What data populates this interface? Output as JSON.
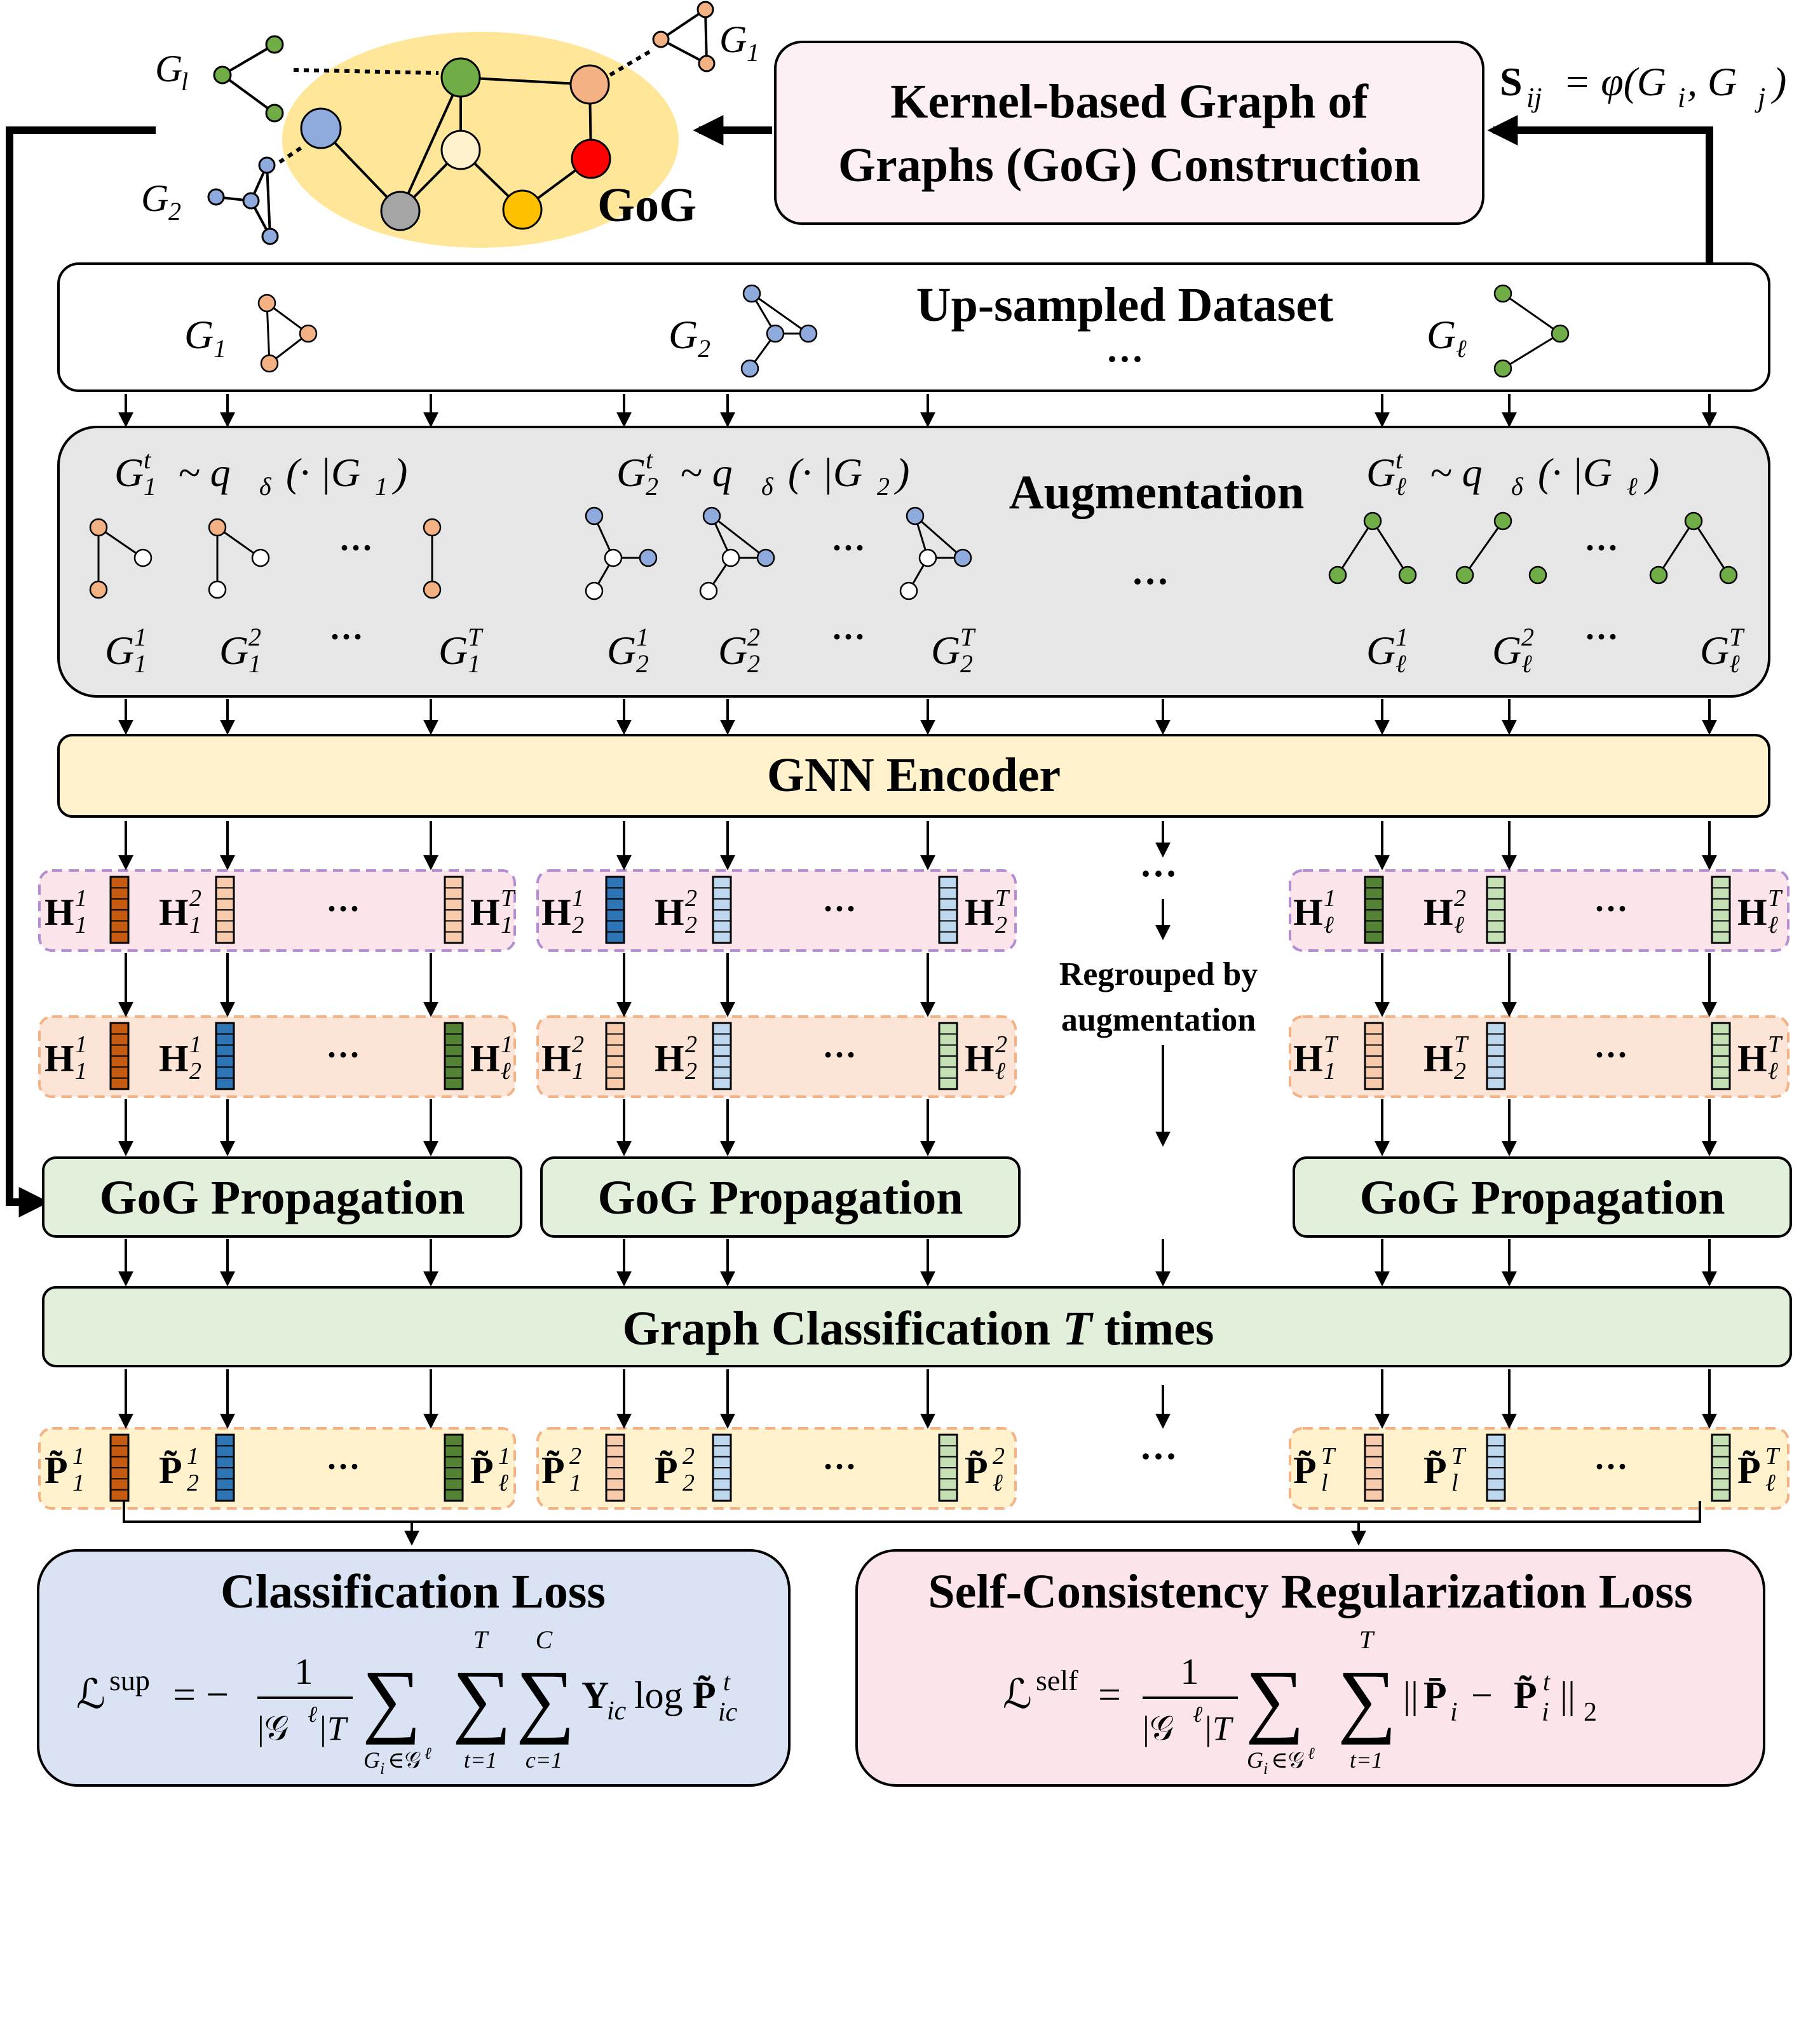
{
  "colors": {
    "orange_node": "#f4b183",
    "blue_node": "#8faadc",
    "green_node": "#70ad47",
    "gog_ellipse": "#ffe699",
    "red_node": "#ff0000",
    "gold_node": "#ffc000",
    "gray_node": "#a5a5a5",
    "kernel_box": "#fdf0f4",
    "aug_box": "#e7e6e6",
    "encoder_box": "#fff2cc",
    "prop_box": "#e2efda",
    "class_loss_box": "#dae3f3",
    "self_loss_box": "#fbe5eb",
    "purple_dash": "#b48cd0",
    "orange_dash": "#f4b183",
    "bar_orange_dark": "#c55a11",
    "bar_blue_dark": "#2e75b6",
    "bar_green_dark": "#548235"
  },
  "icons": [
    "arrow-icon",
    "graph-icon",
    "feature-bar-icon"
  ],
  "gog": {
    "label": "GoG",
    "graph_labels": {
      "gl": "G",
      "gl_sub": "l",
      "g1": "G",
      "g1_sub": "1",
      "g2": "G",
      "g2_sub": "2"
    }
  },
  "kernel": {
    "line1": "Kernel-based Graph of",
    "line2": "Graphs (GoG) Construction",
    "similarity": {
      "s": "S",
      "s_sub": "ij",
      "eq": "= φ(G",
      "i": "i",
      "comma": ", G",
      "j": "j",
      "close": ")"
    }
  },
  "dataset": {
    "title": "Up-sampled Dataset",
    "ellipsis": "···",
    "graphs": [
      {
        "label": "G",
        "sub": "1"
      },
      {
        "label": "G",
        "sub": "2"
      },
      {
        "label": "G",
        "sub": "ℓ"
      }
    ]
  },
  "augmentation": {
    "title": "Augmentation",
    "ellipsis": "···",
    "groups": [
      {
        "G": "G",
        "sup": "t",
        "sub": "1",
        "dist": "~ q",
        "dist_sub": "δ",
        "cond": "(· |G",
        "cond_sub": "1",
        "close": ")",
        "items": [
          {
            "sup": "1",
            "sub": "1"
          },
          {
            "sup": "2",
            "sub": "1"
          },
          {
            "sup": "T",
            "sub": "1"
          }
        ]
      },
      {
        "G": "G",
        "sup": "t",
        "sub": "2",
        "dist": "~ q",
        "dist_sub": "δ",
        "cond": "(· |G",
        "cond_sub": "2",
        "close": ")",
        "items": [
          {
            "sup": "1",
            "sub": "2"
          },
          {
            "sup": "2",
            "sub": "2"
          },
          {
            "sup": "T",
            "sub": "2"
          }
        ]
      },
      {
        "G": "G",
        "sup": "t",
        "sub": "ℓ",
        "dist": "~ q",
        "dist_sub": "δ",
        "cond": "(· |G",
        "cond_sub": "ℓ",
        "close": ")",
        "items": [
          {
            "sup": "1",
            "sub": "ℓ"
          },
          {
            "sup": "2",
            "sub": "ℓ"
          },
          {
            "sup": "T",
            "sub": "ℓ"
          }
        ]
      }
    ]
  },
  "encoder": {
    "title": "GNN Encoder"
  },
  "regroup": {
    "line1": "Regrouped by",
    "line2": "augmentation",
    "ellipsis": "···"
  },
  "h_rows": {
    "row1": [
      [
        {
          "sup": "1",
          "sub": "1"
        },
        {
          "sup": "2",
          "sub": "1"
        },
        {
          "sup": "T",
          "sub": "1"
        }
      ],
      [
        {
          "sup": "1",
          "sub": "2"
        },
        {
          "sup": "2",
          "sub": "2"
        },
        {
          "sup": "T",
          "sub": "2"
        }
      ],
      [
        {
          "sup": "1",
          "sub": "ℓ"
        },
        {
          "sup": "2",
          "sub": "ℓ"
        },
        {
          "sup": "T",
          "sub": "ℓ"
        }
      ]
    ],
    "row2": [
      [
        {
          "sup": "1",
          "sub": "1"
        },
        {
          "sup": "1",
          "sub": "2"
        },
        {
          "sup": "1",
          "sub": "ℓ"
        }
      ],
      [
        {
          "sup": "2",
          "sub": "1"
        },
        {
          "sup": "2",
          "sub": "2"
        },
        {
          "sup": "2",
          "sub": "ℓ"
        }
      ],
      [
        {
          "sup": "T",
          "sub": "1"
        },
        {
          "sup": "T",
          "sub": "2"
        },
        {
          "sup": "T",
          "sub": "ℓ"
        }
      ]
    ],
    "symbol": "H",
    "dots": "···"
  },
  "propagation": {
    "title": "GoG Propagation"
  },
  "classification": {
    "title_a": "Graph Classification",
    "title_T": "T",
    "title_b": "times"
  },
  "p_row": {
    "symbol": "P̃",
    "groups": [
      [
        {
          "sup": "1",
          "sub": "1"
        },
        {
          "sup": "1",
          "sub": "2"
        },
        {
          "sup": "1",
          "sub": "ℓ"
        }
      ],
      [
        {
          "sup": "2",
          "sub": "1"
        },
        {
          "sup": "2",
          "sub": "2"
        },
        {
          "sup": "2",
          "sub": "ℓ"
        }
      ],
      [
        {
          "sup": "T",
          "sub": "l"
        },
        {
          "sup": "T",
          "sub": "l"
        },
        {
          "sup": "T",
          "sub": "ℓ"
        }
      ]
    ],
    "dots": "···"
  },
  "class_loss": {
    "title": "Classification Loss",
    "L": "ℒ",
    "L_sup": "sup",
    "eq": "= −",
    "frac_num": "1",
    "frac_den": "|𝒢",
    "frac_den_sup": "ℓ",
    "frac_den_T": "|T",
    "sum1_lim": "G",
    "sum1_lim_i": "i",
    "sum1_lim_rest": "∈𝒢",
    "sum1_lim_sup": "ℓ",
    "sum2_top": "T",
    "sum2_bot": "t=1",
    "sum3_top": "C",
    "sum3_bot": "c=1",
    "Y": "Y",
    "Y_sub": "ic",
    "log": "log",
    "P": "P̃",
    "P_sup": "t",
    "P_sub": "ic"
  },
  "self_loss": {
    "title": "Self-Consistency Regularization Loss",
    "L": "ℒ",
    "L_sup": "self",
    "eq": "=",
    "frac_num": "1",
    "frac_den": "|𝒢",
    "frac_den_sup": "ℓ",
    "frac_den_T": "|T",
    "sum1_lim": "G",
    "sum1_lim_i": "i",
    "sum1_lim_rest": "∈𝒢",
    "sum1_lim_sup": "ℓ",
    "sum2_top": "T",
    "sum2_bot": "t=1",
    "norm_open": "||",
    "Pbar": "P̄",
    "Pbar_sub": "i",
    "minus": " − ",
    "P": "P̃",
    "P_sup": "t",
    "P_sub": "i",
    "norm_close": "||",
    "norm_sub": "2"
  }
}
